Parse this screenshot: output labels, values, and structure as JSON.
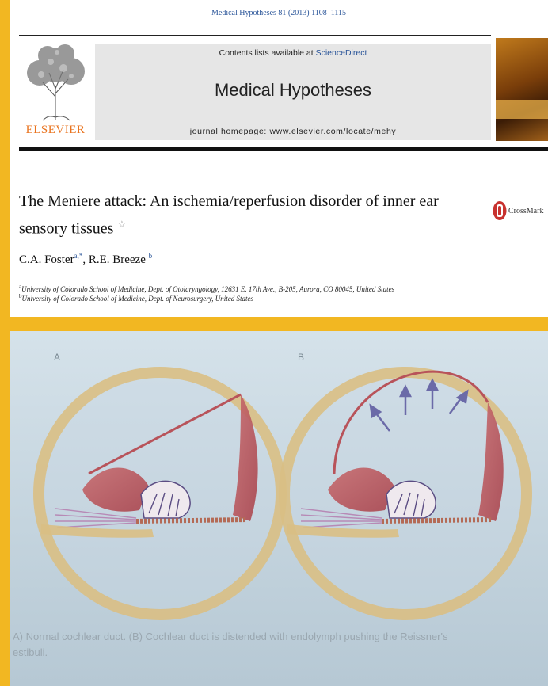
{
  "paper": {
    "citation": "Medical Hypotheses 81 (2013) 1108–1115",
    "publisher": "ELSEVIER",
    "contents_prefix": "Contents lists available at ",
    "contents_link": "ScienceDirect",
    "journal_title": "Medical Hypotheses",
    "homepage": "journal homepage: www.elsevier.com/locate/mehy",
    "crossmark_label": "CrossMark",
    "title": "The Meniere attack: An ischemia/reperfusion disorder of inner ear sensory tissues",
    "title_mark": "☆",
    "authors": [
      {
        "name": "C.A. Foster",
        "sup": "a,*"
      },
      {
        "name": "R.E. Breeze",
        "sup": "b"
      }
    ],
    "affiliations": [
      {
        "sup": "a",
        "text": "University of Colorado School of Medicine, Dept. of Otolaryngology, 12631 E. 17th Ave., B-205, Aurora, CO 80045, United States"
      },
      {
        "sup": "b",
        "text": "University of Colorado School of Medicine, Dept. of Neurosurgery, United States"
      }
    ]
  },
  "figure": {
    "panel_a": "A",
    "panel_b": "B",
    "caption_line1": "A) Normal cochlear duct. (B) Cochlear duct is distended with endolymph pushing the Reissner's",
    "caption_line2": "estibuli."
  },
  "colors": {
    "frame": "#f2b722",
    "elsevier_orange": "#e9731e",
    "link_blue": "#2a5599",
    "tissue_red": "#b8535a",
    "bone_tan": "#d9bf84"
  }
}
